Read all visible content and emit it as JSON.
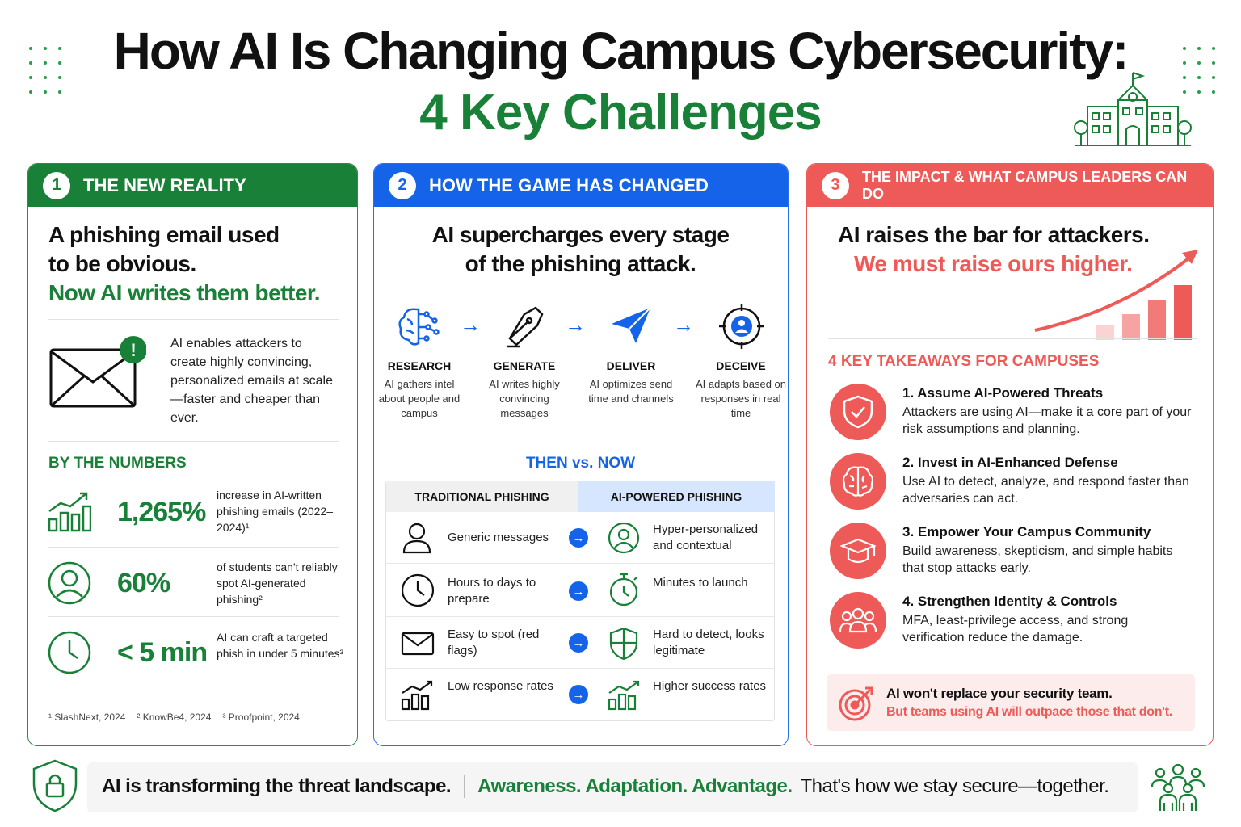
{
  "title": {
    "line1": "How AI Is Changing Campus Cybersecurity:",
    "line2": "4 Key Challenges"
  },
  "colors": {
    "green": "#198038",
    "blue": "#1463e8",
    "red": "#ee5a57"
  },
  "panel1": {
    "number": "1",
    "header": "THE NEW REALITY",
    "headline1": "A phishing email used",
    "headline2": "to be obvious.",
    "headline3": "Now AI writes them better.",
    "intro": "AI enables attackers to create highly convincing, personalized emails at scale—faster and cheaper than ever.",
    "numbers_title": "BY THE NUMBERS",
    "stats": [
      {
        "icon": "bar-growth-icon",
        "value": "1,265%",
        "desc": "increase in AI-written phishing emails (2022–2024)¹"
      },
      {
        "icon": "user-circle-icon",
        "value": "60%",
        "desc": "of students can't reliably spot AI-generated phishing²"
      },
      {
        "icon": "clock-icon",
        "value": "< 5 min",
        "desc": "AI can craft a targeted phish in under 5 minutes³"
      }
    ],
    "sources": [
      "¹ SlashNext, 2024",
      "² KnowBe4, 2024",
      "³ Proofpoint, 2024"
    ]
  },
  "panel2": {
    "number": "2",
    "header": "HOW THE GAME HAS CHANGED",
    "headline1": "AI supercharges every stage",
    "headline2": "of the phishing attack.",
    "steps": [
      {
        "icon": "brain-icon",
        "title": "RESEARCH",
        "desc": "AI gathers intel about people and campus"
      },
      {
        "icon": "pen-icon",
        "title": "GENERATE",
        "desc": "AI writes highly convincing messages"
      },
      {
        "icon": "send-icon",
        "title": "DELIVER",
        "desc": "AI optimizes send time and channels"
      },
      {
        "icon": "target-user-icon",
        "title": "DECEIVE",
        "desc": "AI adapts based on responses in real time"
      }
    ],
    "compare_title": "THEN vs. NOW",
    "col_left": "TRADITIONAL PHISHING",
    "col_right": "AI-POWERED PHISHING",
    "rows": [
      {
        "left_icon": "user-icon",
        "left": "Generic messages",
        "right_icon": "user-circle-icon",
        "right": "Hyper-personalized and contextual"
      },
      {
        "left_icon": "clock-icon",
        "left": "Hours to days to prepare",
        "right_icon": "stopwatch-icon",
        "right": "Minutes to launch"
      },
      {
        "left_icon": "envelope-icon",
        "left": "Easy to spot (red flags)",
        "right_icon": "shield-icon",
        "right": "Hard to detect, looks legitimate"
      },
      {
        "left_icon": "bar-chart-icon",
        "left": "Low response rates",
        "right_icon": "bar-growth-icon",
        "right": "Higher success rates"
      }
    ]
  },
  "panel3": {
    "number": "3",
    "header": "THE IMPACT & WHAT CAMPUS LEADERS CAN DO",
    "headline1": "AI raises the bar for attackers.",
    "headline2": "We must raise ours higher.",
    "takeaways_title": "4 KEY TAKEAWAYS FOR CAMPUSES",
    "takeaways": [
      {
        "icon": "shield-check-icon",
        "title": "1. Assume AI-Powered Threats",
        "desc": "Attackers are using AI—make it a core part of your risk assumptions and planning."
      },
      {
        "icon": "brain-icon",
        "title": "2. Invest in AI-Enhanced Defense",
        "desc": "Use AI to detect, analyze, and respond faster than adversaries can act."
      },
      {
        "icon": "graduation-cap-icon",
        "title": "3. Empower Your Campus Community",
        "desc": "Build awareness, skepticism, and simple habits that stop attacks early."
      },
      {
        "icon": "group-icon",
        "title": "4. Strengthen Identity & Controls",
        "desc": "MFA, least-privilege access, and strong verification reduce the damage."
      }
    ],
    "callout1": "AI won't replace your security team.",
    "callout2": "But teams using AI will outpace those that don't."
  },
  "footer": {
    "part1": "AI is transforming the threat landscape.",
    "part2": "Awareness. Adaptation. Advantage.",
    "part3": "That's how we stay secure—together."
  }
}
